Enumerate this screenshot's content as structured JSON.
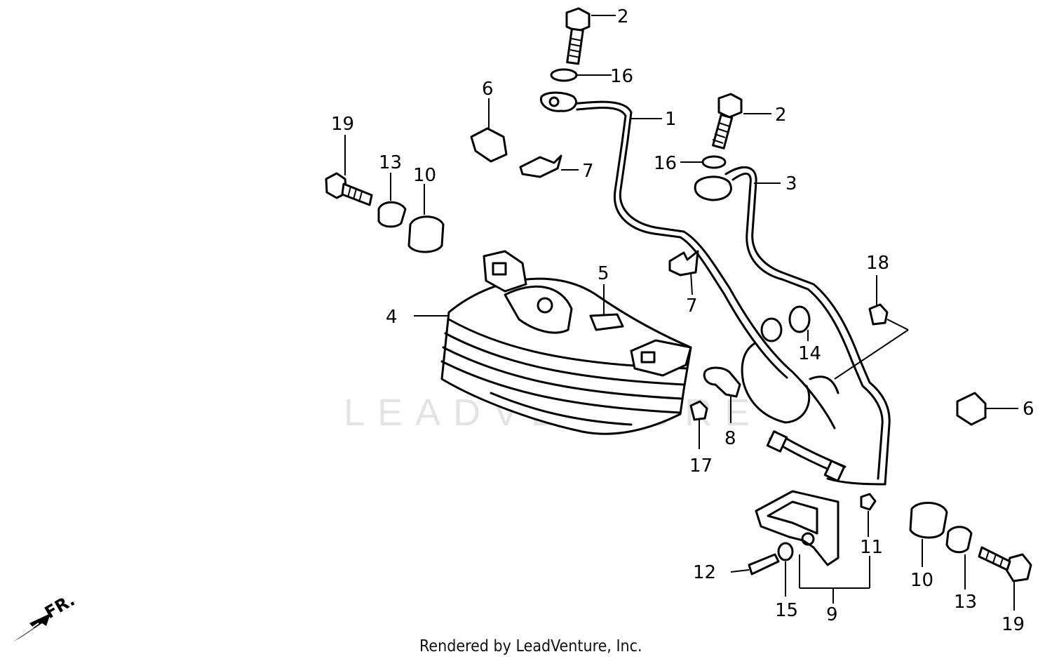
{
  "watermark": "LEADVENTURE",
  "footer": "Rendered by LeadVenture, Inc.",
  "direction": "FR.",
  "callouts": {
    "c1": "1",
    "c2a": "2",
    "c2b": "2",
    "c3": "3",
    "c4": "4",
    "c5": "5",
    "c6a": "6",
    "c6b": "6",
    "c7a": "7",
    "c7b": "7",
    "c8": "8",
    "c9": "9",
    "c10a": "10",
    "c10b": "10",
    "c11": "11",
    "c12": "12",
    "c13a": "13",
    "c13b": "13",
    "c14": "14",
    "c15": "15",
    "c16a": "16",
    "c16b": "16",
    "c17": "17",
    "c18": "18",
    "c19a": "19",
    "c19b": "19"
  }
}
